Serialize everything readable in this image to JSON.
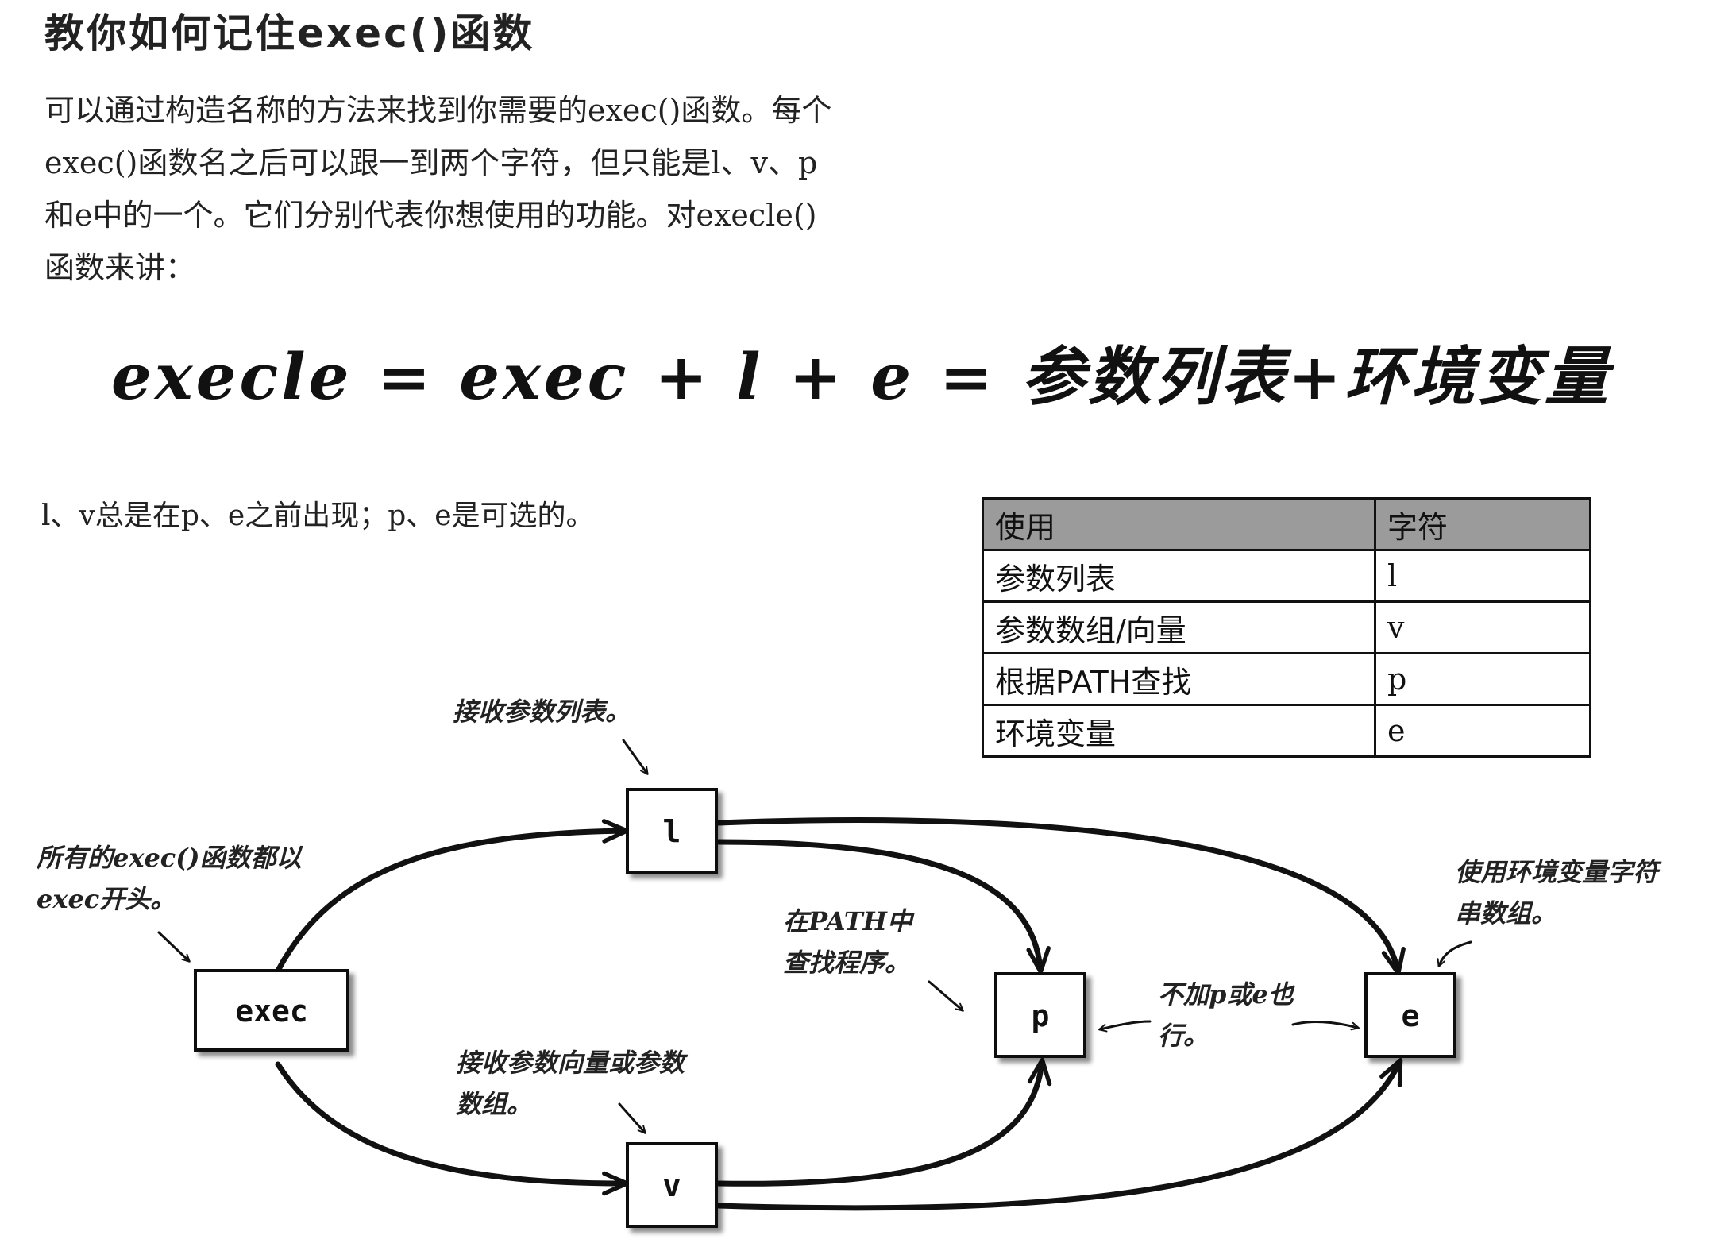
{
  "page": {
    "title": "教你如何记住exec()函数",
    "intro_lines": [
      "可以通过构造名称的方法来找到你需要的exec()函数。每个",
      "exec()函数名之后可以跟一到两个字符，但只能是l、v、p",
      "和e中的一个。它们分别代表你想使用的功能。对execle()",
      "函数来讲："
    ],
    "formula": "execle = exec + l + e = 参数列表+环境变量",
    "note": "l、v总是在p、e之前出现；p、e是可选的。"
  },
  "table": {
    "headers": [
      "使用",
      "字符"
    ],
    "rows": [
      [
        "参数列表",
        "l"
      ],
      [
        "参数数组/向量",
        "v"
      ],
      [
        "根据PATH查找",
        "p"
      ],
      [
        "环境变量",
        "e"
      ]
    ]
  },
  "diagram": {
    "nodes": {
      "exec": "exec",
      "l": "l",
      "v": "v",
      "p": "p",
      "e": "e"
    },
    "annotations": {
      "exec_prefix": [
        "所有的exec()函数都以",
        "exec开头。"
      ],
      "l_meaning": [
        "接收参数列表。"
      ],
      "v_meaning": [
        "接收参数向量或参数",
        "数组。"
      ],
      "p_meaning": [
        "在PATH中",
        "查找程序。"
      ],
      "optional": [
        "不加p或e也",
        "行。"
      ],
      "e_meaning": [
        "使用环境变量字符",
        "串数组。"
      ]
    }
  }
}
